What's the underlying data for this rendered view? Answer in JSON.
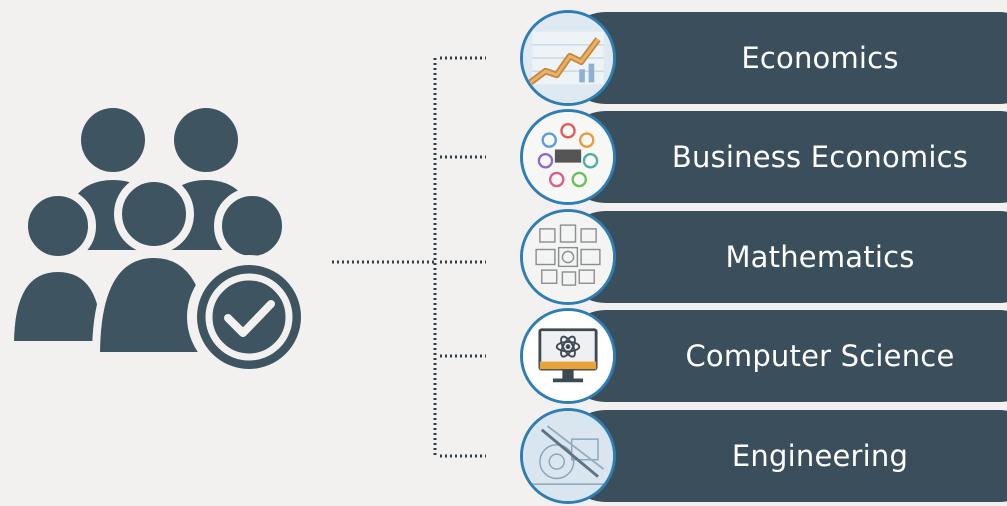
{
  "colors": {
    "background": "#f2f1f0",
    "pill": "#3a4e5c",
    "icon": "#3f5461",
    "thumb_border": "#2e7eb3",
    "text": "#ffffff"
  },
  "main_icon": "users-group-check-icon",
  "items": [
    {
      "label": "Economics",
      "icon": "economics-chart-thumbnail"
    },
    {
      "label": "Business Economics",
      "icon": "business-economics-thumbnail"
    },
    {
      "label": "Mathematics",
      "icon": "mathematics-thumbnail"
    },
    {
      "label": "Computer Science",
      "icon": "computer-science-thumbnail"
    },
    {
      "label": "Engineering",
      "icon": "engineering-thumbnail"
    }
  ]
}
